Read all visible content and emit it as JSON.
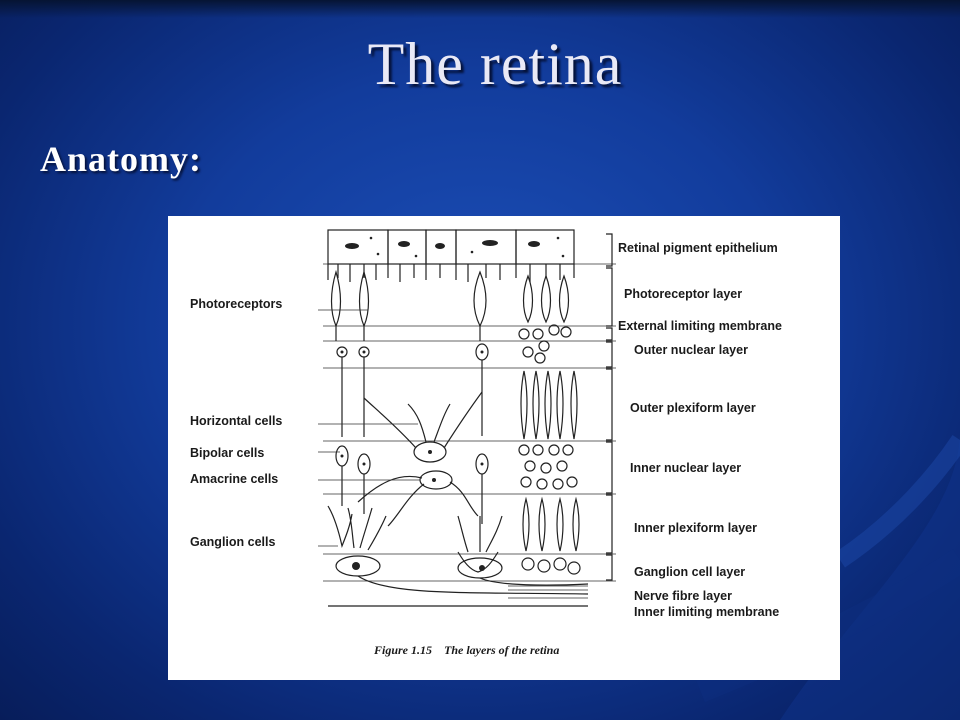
{
  "slide": {
    "title": "The retina",
    "subtitle": "Anatomy:"
  },
  "figure": {
    "caption": "Figure 1.15    The layers of the retina",
    "cell_labels": [
      "Photoreceptors",
      "Horizontal cells",
      "Bipolar cells",
      "Amacrine cells",
      "Ganglion cells"
    ],
    "layer_labels": [
      "Retinal pigment epithelium",
      "Photoreceptor layer",
      "External limiting membrane",
      "Outer nuclear layer",
      "Outer plexiform layer",
      "Inner nuclear layer",
      "Inner plexiform layer",
      "Ganglion cell layer",
      "Nerve fibre layer",
      "Inner limiting membrane"
    ]
  },
  "colors": {
    "background": "#123c9c",
    "title": "#e9e9f6",
    "figure_bg": "#ffffff"
  }
}
